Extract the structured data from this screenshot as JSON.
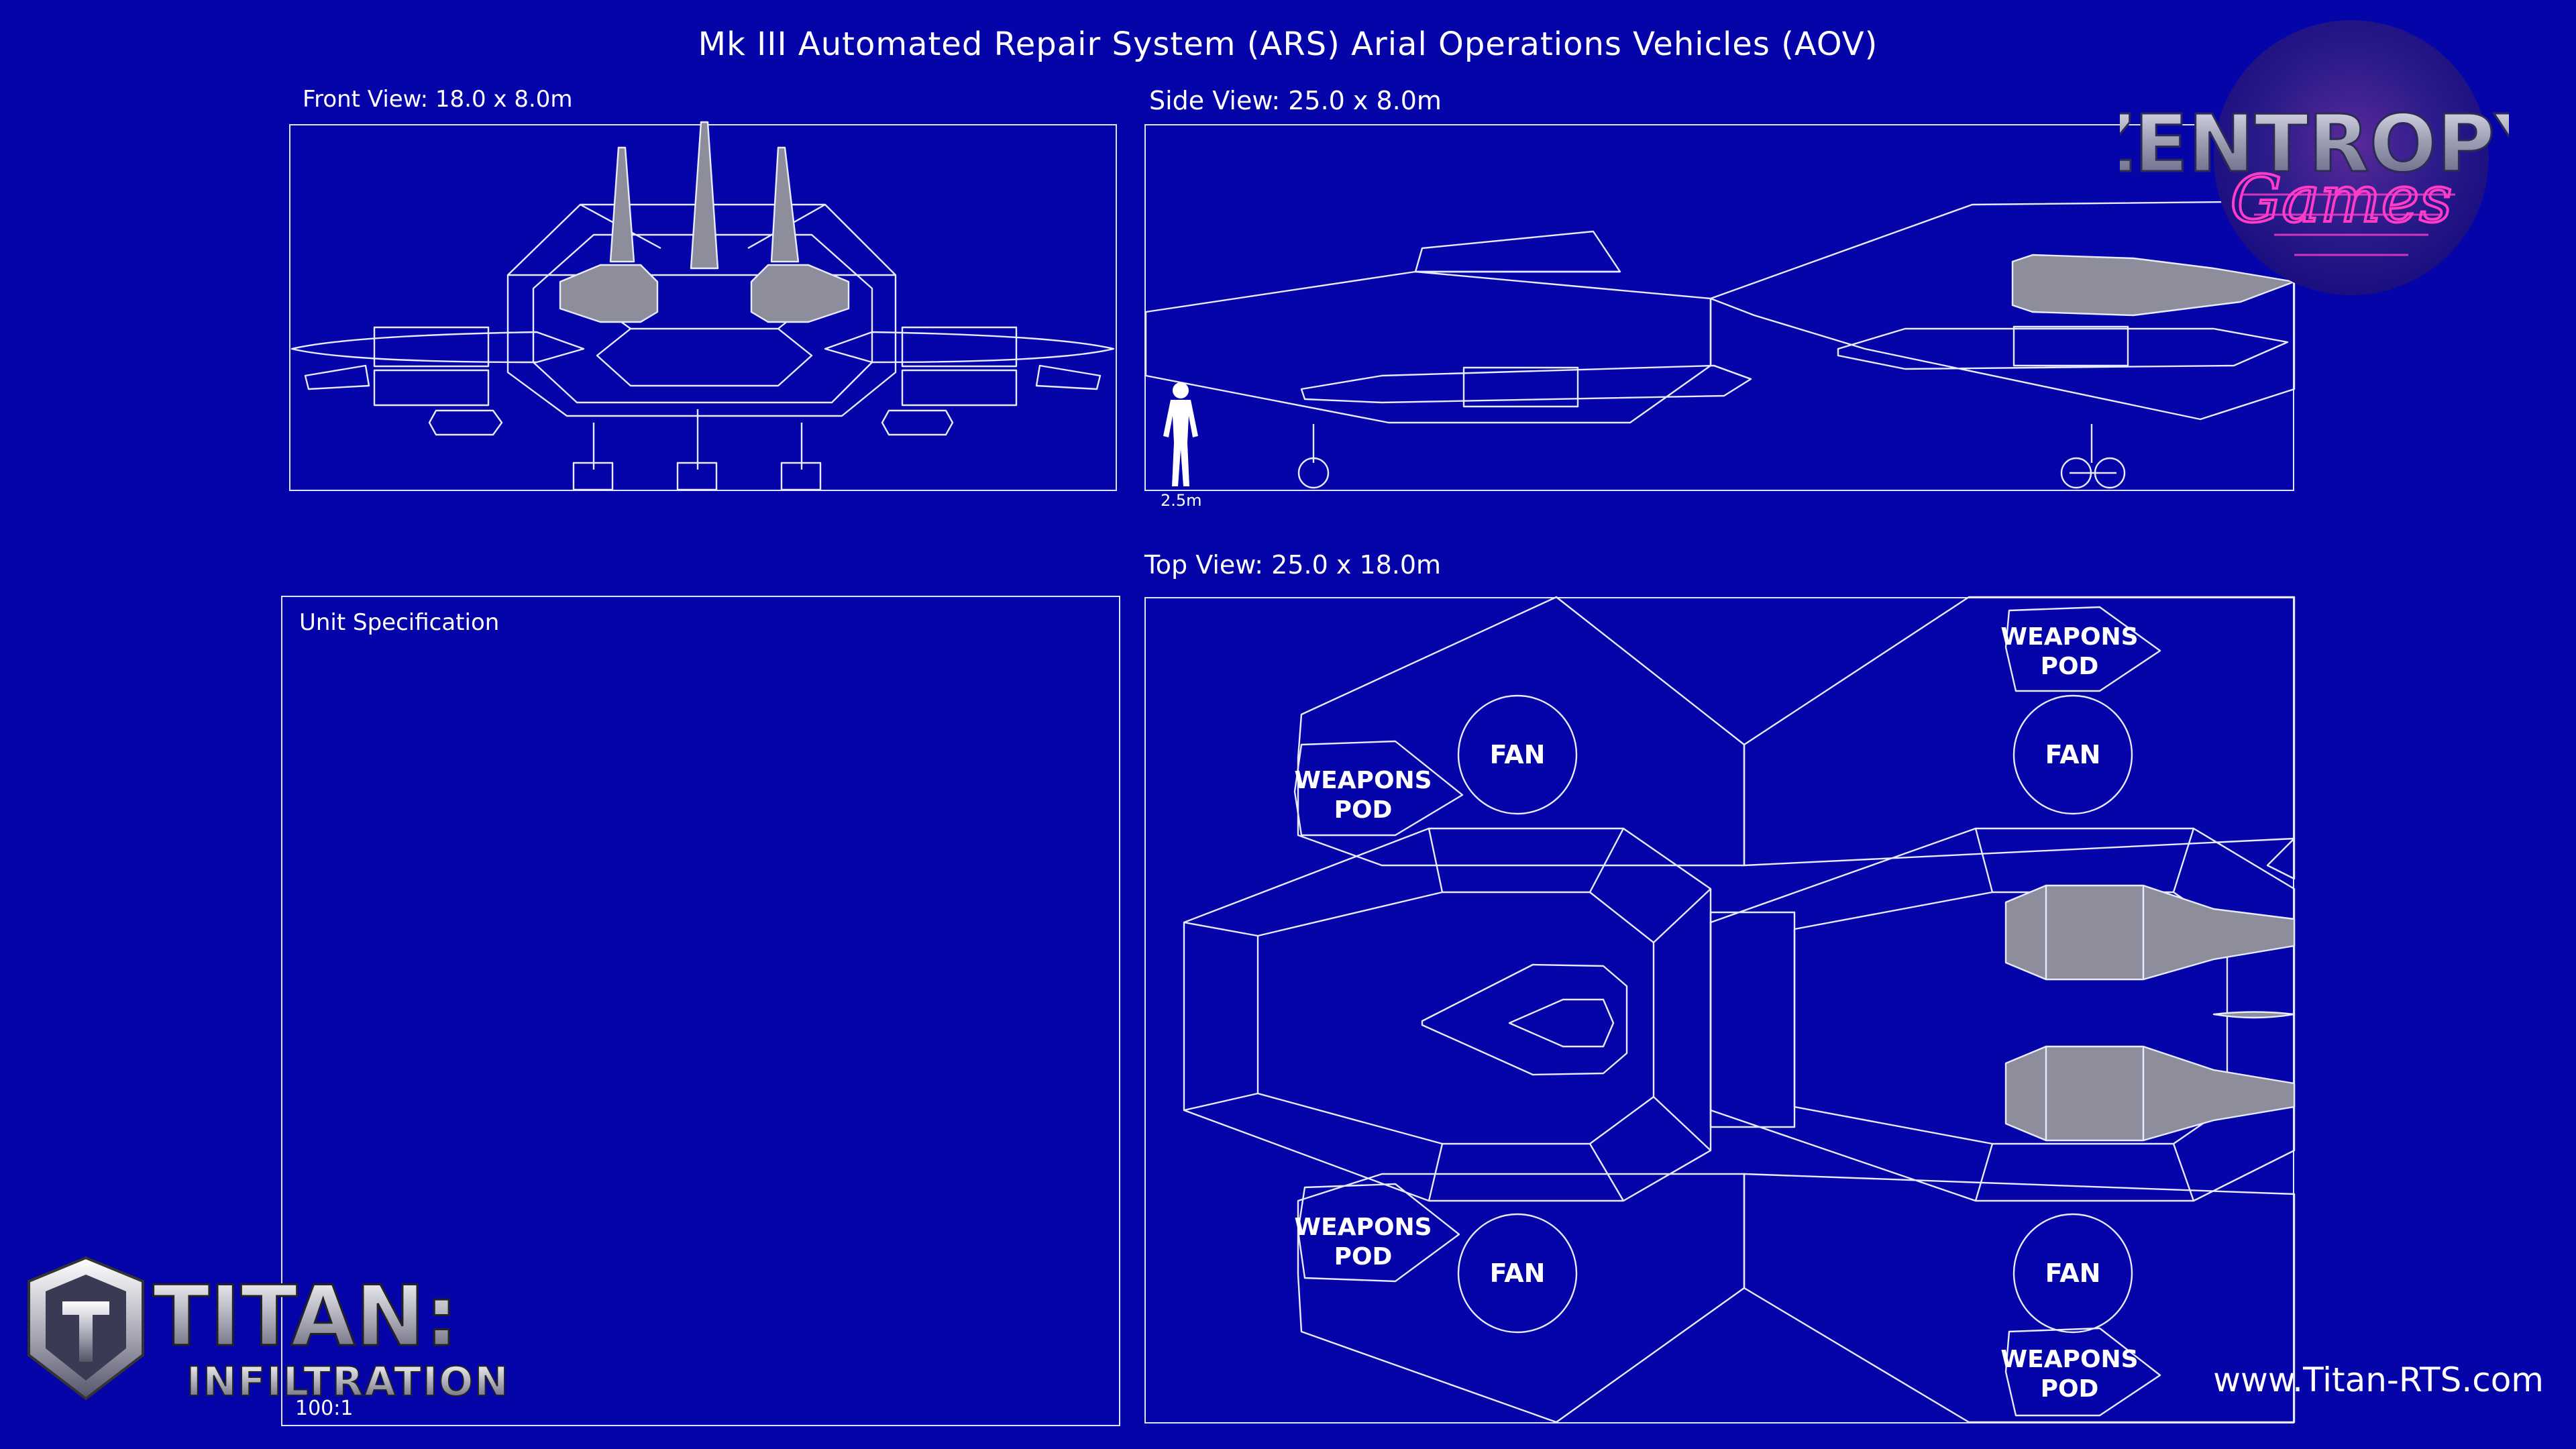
{
  "title": "Mk III Automated Repair System (ARS) Arial Operations Vehicles (AOV)",
  "front_view": {
    "label": "Front View: 18.0 x 8.0m"
  },
  "side_view": {
    "label": "Side View: 25.0 x 8.0m",
    "human_scale": "2.5m"
  },
  "top_view": {
    "label": "Top View: 25.0 x 18.0m",
    "fan_label": "FAN",
    "weapons_pod_label": [
      "WEAPONS",
      "POD"
    ]
  },
  "spec_panel": {
    "label": "Unit Specification",
    "scale_ratio": "100:1"
  },
  "branding": {
    "studio_logo": "ZENTROPY",
    "studio_logo_script": "Games",
    "game_logo": "TITAN:",
    "game_logo_sub": "INFILTRATION",
    "website": "www.Titan-RTS.com"
  },
  "colors": {
    "background": "#0404a8",
    "line": "#e8ebff",
    "panel_fill": "#8d8d9c",
    "neon_pink": "#ff3cc8"
  }
}
